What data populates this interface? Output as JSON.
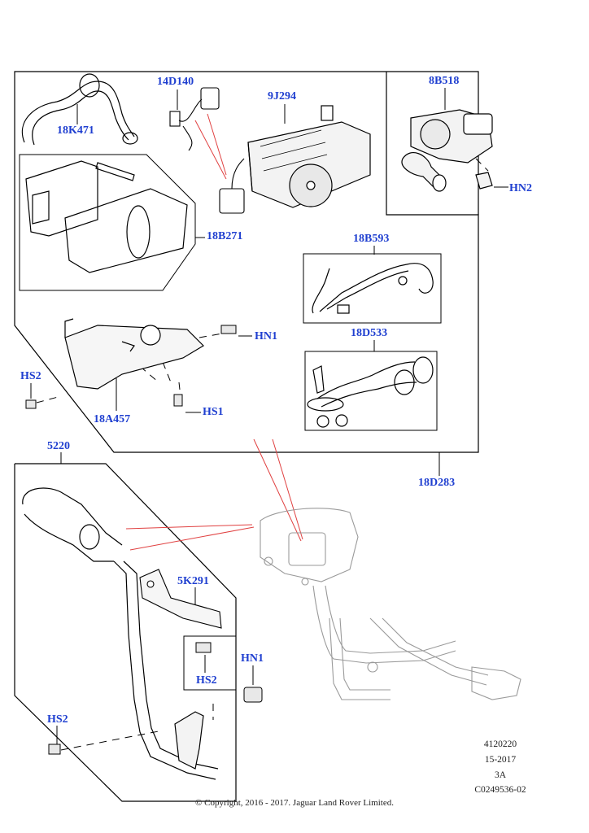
{
  "colors": {
    "label": "#1f3fd0",
    "line": "#000000",
    "leader": "#e04040",
    "ghost": "#9a9a9a"
  },
  "labels": {
    "p18K471": "18K471",
    "p14D140": "14D140",
    "p9J294": "9J294",
    "p8B518": "8B518",
    "HN2": "HN2",
    "p18B271": "18B271",
    "p18B593": "18B593",
    "p18D533": "18D533",
    "HN1_upper": "HN1",
    "HS2_upper": "HS2",
    "HS1": "HS1",
    "p18A457": "18A457",
    "p5220": "5220",
    "p18D283": "18D283",
    "p5K291": "5K291",
    "HN1_lower": "HN1",
    "HS2_mid": "HS2",
    "HS2_lower": "HS2"
  },
  "meta": {
    "line1": "4120220",
    "line2": "15-2017",
    "line3": "3A",
    "line4": "C0249536-02"
  },
  "copyright": "© Copyright, 2016 - 2017. Jaguar Land Rover Limited."
}
